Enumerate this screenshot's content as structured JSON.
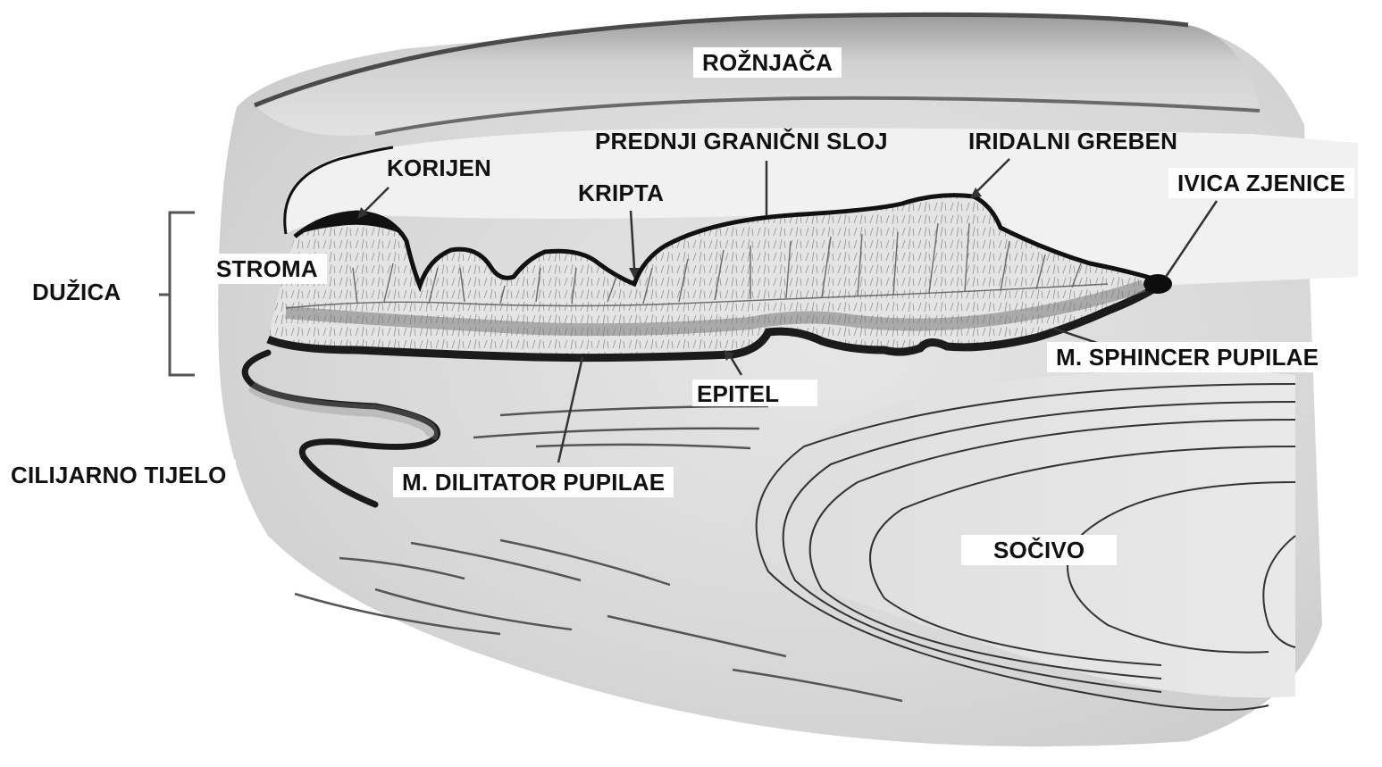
{
  "labels": {
    "roznjaca": "ROŽNJAČA",
    "prednji_granicni_sloj": "PREDNJI GRANIČNI SLOJ",
    "iridalni_greben": "IRIDALNI GREBEN",
    "korijen": "KORIJEN",
    "kripta": "KRIPTA",
    "ivica_zjenice": "IVICA ZJENICE",
    "stroma": "STROMA",
    "duzica": "DUŽICA",
    "m_sphincer_pupilae": "M. SPHINCER PUPILAE",
    "epitel": "EPITEL",
    "cilijarno_tijelo": "CILIJARNO TIJELO",
    "m_dilitator_pupilae": "M. DILITATOR PUPILAE",
    "socivo": "SOČIVO"
  }
}
